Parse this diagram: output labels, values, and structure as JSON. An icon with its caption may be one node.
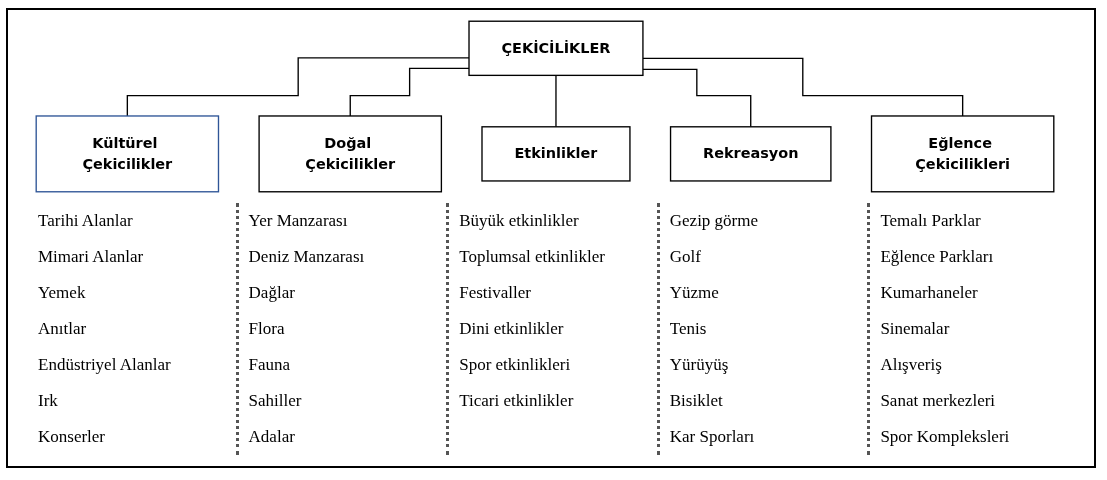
{
  "diagram": {
    "nodes": [
      {
        "text": [
          "ÇEKİCİLİKLER"
        ]
      },
      {
        "text": [
          "Kültürel Çekicilikler"
        ]
      },
      {
        "text": [
          "Doğal Çekicilikler"
        ]
      },
      {
        "text": [
          "Etkinlikler"
        ]
      },
      {
        "text": [
          "Rekreasyon"
        ]
      },
      {
        "text": [
          "Eğlence Çekicilikleri"
        ]
      }
    ],
    "edges": [
      {
        "from": 0,
        "to": 1,
        "arrow": "none"
      },
      {
        "from": 0,
        "to": 2,
        "arrow": "none"
      },
      {
        "from": 0,
        "to": 3,
        "arrow": "none"
      },
      {
        "from": 0,
        "to": 4,
        "arrow": "none"
      },
      {
        "from": 0,
        "to": 5,
        "arrow": "none"
      }
    ],
    "labels": [
      "Tarihi Alanlar",
      "Mimari Alanlar",
      "Yemek",
      "Anıtlar",
      "Endüstriyel Alanlar",
      "Irk",
      "Konserler",
      "Yer Manzarası",
      "Deniz Manzarası",
      "Dağlar",
      "Flora",
      "Fauna",
      "Sahiller",
      "Adalar",
      "Büyük etkinlikler",
      "Toplumsal etkinlikler",
      "Festivaller",
      "Dini etkinlikler",
      "Spor etkinlikleri",
      "Ticari etkinlikler",
      "Gezip görme",
      "Golf",
      "Yüzme",
      "Tenis",
      "Yürüyüş",
      "Bisiklet",
      "Kar Sporları",
      "Temalı Parklar",
      "Eğlence Parkları",
      "Kumarhaneler",
      "Sinemalar",
      "Alışveriş",
      "Sanat merkezleri",
      "Spor Kompleksleri"
    ]
  }
}
